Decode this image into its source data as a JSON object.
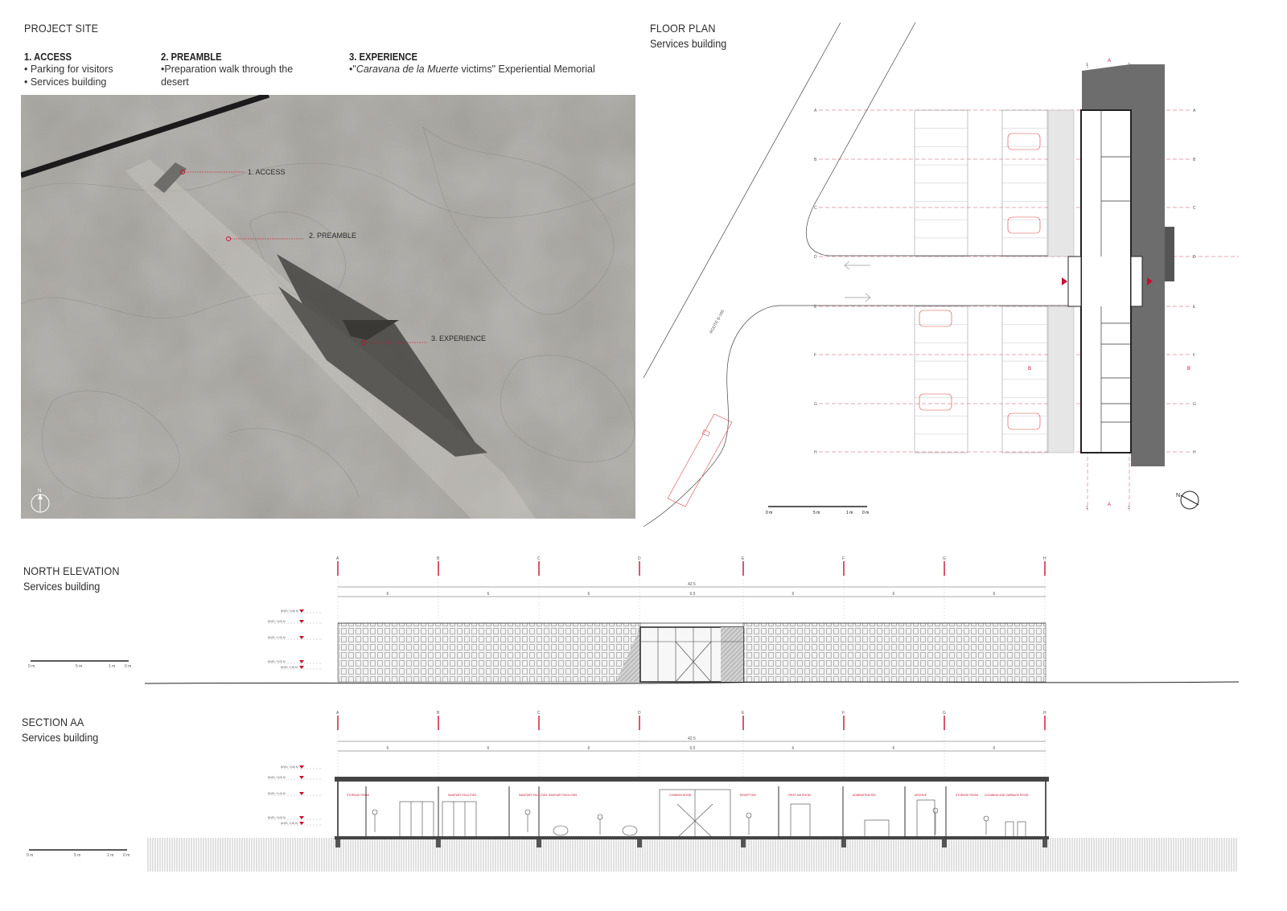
{
  "project_site": {
    "title": "PROJECT SITE",
    "steps": [
      {
        "heading": "1. ACCESS",
        "lines": [
          "• Parking for visitors",
          "• Services building"
        ]
      },
      {
        "heading": "2. PREAMBLE",
        "lines": [
          "•Preparation walk through the",
          "desert"
        ]
      },
      {
        "heading": "3. EXPERIENCE",
        "prefix": "•\"",
        "italic": "Caravana de la Muerte",
        "suffix": " victims\" Experiential Memorial"
      }
    ],
    "map_labels": [
      "1. ACCESS",
      "2. PREAMBLE",
      "3. EXPERIENCE"
    ],
    "north": "N"
  },
  "floor_plan": {
    "title": "FLOOR PLAN",
    "subtitle": "Services building",
    "road_label": "ROUTE B-168",
    "grid_rows": [
      "A",
      "B",
      "C",
      "D",
      "E",
      "F",
      "G",
      "H"
    ],
    "grid_cols": [
      "1",
      "2"
    ],
    "section_marks": [
      "A",
      "B"
    ],
    "scale_labels": [
      "0 m",
      "5 m",
      "1 m",
      "0 m"
    ],
    "north": "N"
  },
  "north_elevation": {
    "title": "NORTH ELEVATION",
    "subtitle": "Services building",
    "axes": [
      "A",
      "B",
      "C",
      "D",
      "E",
      "F",
      "G",
      "H"
    ],
    "total_dim": "42.5",
    "bay_dims": [
      "6",
      "6",
      "6",
      "6.5",
      "6",
      "6",
      "6"
    ],
    "levels": [
      "NIVEL +3.50 M",
      "NIVEL +3.00 M",
      "NIVEL +1.00 M",
      "NIVEL +0.00 M",
      "NIVEL -0.50 M"
    ],
    "scale_labels": [
      "0 m",
      "5 m",
      "1 m",
      "0 m"
    ]
  },
  "section_aa": {
    "title": "SECTION AA",
    "subtitle": "Services building",
    "axes": [
      "A",
      "B",
      "C",
      "D",
      "E",
      "F",
      "G",
      "H"
    ],
    "total_dim": "42.5",
    "bay_dims": [
      "6",
      "6",
      "6",
      "6.5",
      "6",
      "6",
      "6"
    ],
    "levels": [
      "NIVEL +3.50 M",
      "NIVEL +3.00 M",
      "NIVEL +1.00 M",
      "NIVEL +0.00 M",
      "NIVEL -0.50 M"
    ],
    "rooms": [
      "STORAGE ROOM",
      "SANITARY FACILITIES",
      "SANITARY FACILITIES",
      "SANITARY FACILITIES",
      "COMMON ROOM",
      "RECEPTION",
      "FIRST AID ROOM",
      "ADMINISTRATION",
      "ARCHIVE",
      "STORAGE ROOM",
      "CLEANING AND GARBAGE ROOM"
    ],
    "scale_labels": [
      "0 m",
      "5 m",
      "1 m",
      "0 m"
    ]
  },
  "colors": {
    "accent_red": "#c8102e",
    "ink": "#333333",
    "terrain": "#9c9a95"
  }
}
